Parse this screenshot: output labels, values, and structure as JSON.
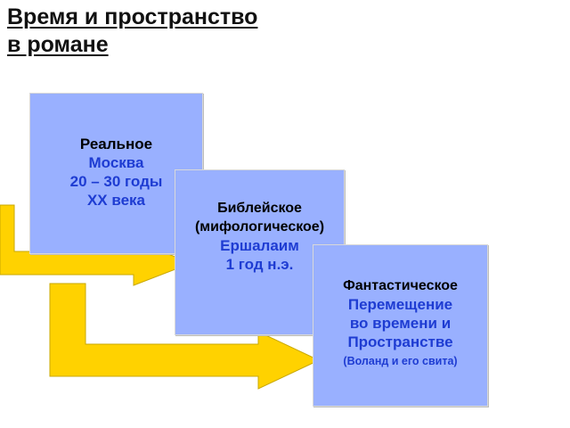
{
  "title": {
    "line1": "Время и пространство",
    "line2": "в романе"
  },
  "colors": {
    "box_fill": "#99b0ff",
    "arrow_fill": "#ffd200",
    "accent_text": "#1e3cd2"
  },
  "boxes": {
    "real": {
      "heading": "Реальное",
      "lines": [
        "Москва",
        "20 – 30 годы",
        "XX века"
      ]
    },
    "biblical": {
      "heading": "Библейское",
      "heading2": "(мифологическое)",
      "lines": [
        "Ершалаим",
        "1 год н.э."
      ]
    },
    "fantastic": {
      "heading": "Фантастическое",
      "lines": [
        "Перемещение",
        "во времени и",
        "Пространстве"
      ],
      "note": "(Воланд и его свита)"
    }
  }
}
